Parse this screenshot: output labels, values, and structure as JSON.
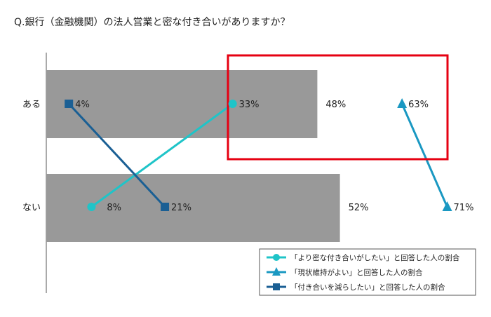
{
  "title": "Q.銀行（金融機関）の法人営業と密な付き合いがありますか？",
  "chart_data": {
    "type": "bar",
    "title": "Q.銀行（金融機関）の法人営業と密な付き合いがありますか？",
    "categories": [
      "ある",
      "ない"
    ],
    "bar_values": [
      48,
      52
    ],
    "bar_labels": [
      "48%",
      "52%"
    ],
    "bar_color": "#999999",
    "xlim": [
      0,
      100
    ],
    "orientation": "horizontal",
    "series": [
      {
        "name": "「より密な付き合いがしたい」と回答した人の割合",
        "values": [
          33,
          8
        ],
        "labels": [
          "33%",
          "8%"
        ],
        "marker": "circle",
        "color": "#1fc4c8"
      },
      {
        "name": "「現状維持がよい」と回答した人の割合",
        "values": [
          63,
          71
        ],
        "labels": [
          "63%",
          "71%"
        ],
        "marker": "triangle",
        "color": "#1a98c2"
      },
      {
        "name": "「付き合いを減らしたい」と回答した人の割合",
        "values": [
          4,
          21
        ],
        "labels": [
          "4%",
          "21%"
        ],
        "marker": "square",
        "color": "#1a5f94"
      }
    ],
    "highlight_color": "#e60012",
    "legend_position": "bottom-right"
  }
}
